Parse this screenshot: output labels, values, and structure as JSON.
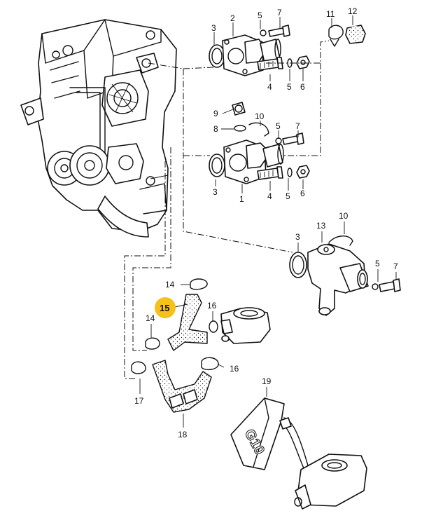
{
  "diagram": {
    "highlighted_part": "15",
    "highlight_color": "#f5c11a",
    "callouts": [
      {
        "id": "c-2",
        "text": "2"
      },
      {
        "id": "c-3a",
        "text": "3"
      },
      {
        "id": "c-5a",
        "text": "5"
      },
      {
        "id": "c-7a",
        "text": "7"
      },
      {
        "id": "c-11",
        "text": "11"
      },
      {
        "id": "c-12",
        "text": "12"
      },
      {
        "id": "c-4a",
        "text": "4"
      },
      {
        "id": "c-5b",
        "text": "5"
      },
      {
        "id": "c-6a",
        "text": "6"
      },
      {
        "id": "c-9",
        "text": "9"
      },
      {
        "id": "c-10a",
        "text": "10"
      },
      {
        "id": "c-8",
        "text": "8"
      },
      {
        "id": "c-5c",
        "text": "5"
      },
      {
        "id": "c-7b",
        "text": "7"
      },
      {
        "id": "c-3b",
        "text": "3"
      },
      {
        "id": "c-1",
        "text": "1"
      },
      {
        "id": "c-4b",
        "text": "4"
      },
      {
        "id": "c-5d",
        "text": "5"
      },
      {
        "id": "c-6b",
        "text": "6"
      },
      {
        "id": "c-10b",
        "text": "10"
      },
      {
        "id": "c-13",
        "text": "13"
      },
      {
        "id": "c-3c",
        "text": "3"
      },
      {
        "id": "c-5e",
        "text": "5"
      },
      {
        "id": "c-7c",
        "text": "7"
      },
      {
        "id": "c-14a",
        "text": "14"
      },
      {
        "id": "c-15",
        "text": "15"
      },
      {
        "id": "c-16a",
        "text": "16"
      },
      {
        "id": "c-14b",
        "text": "14"
      },
      {
        "id": "c-16b",
        "text": "16"
      },
      {
        "id": "c-17",
        "text": "17"
      },
      {
        "id": "c-18",
        "text": "18"
      },
      {
        "id": "c-19",
        "text": "19"
      }
    ],
    "reservoir_marking": "G10"
  }
}
